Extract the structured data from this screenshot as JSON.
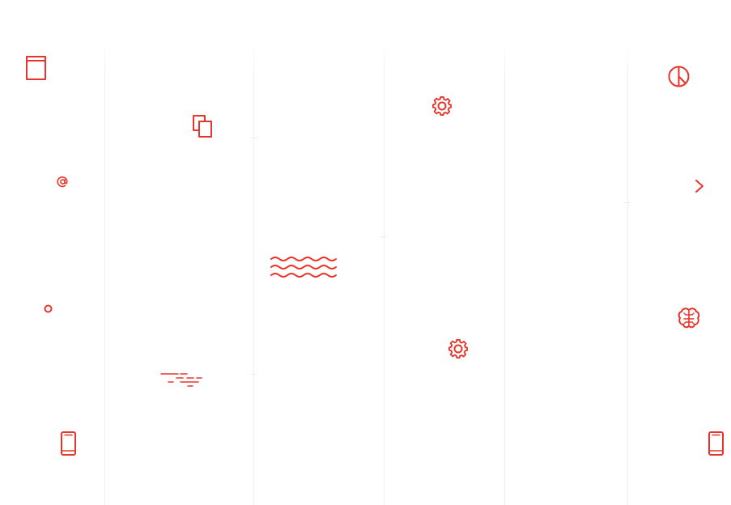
{
  "theme": {
    "background": "#ffffff",
    "icon_color": "#e8352b",
    "divider_color": "#e8eef6"
  },
  "icons": [
    {
      "id": "book",
      "name": "book-icon"
    },
    {
      "id": "copy",
      "name": "copy-icon"
    },
    {
      "id": "gear-top",
      "name": "gear-icon"
    },
    {
      "id": "peace",
      "name": "peace-icon"
    },
    {
      "id": "at",
      "name": "at-sign-icon"
    },
    {
      "id": "chevron",
      "name": "chevron-right-icon"
    },
    {
      "id": "waves",
      "name": "waves-icon"
    },
    {
      "id": "circle",
      "name": "circle-icon"
    },
    {
      "id": "brain",
      "name": "brain-icon"
    },
    {
      "id": "gear-bottom",
      "name": "gear-icon"
    },
    {
      "id": "fog",
      "name": "fog-lines-icon"
    },
    {
      "id": "phone-left",
      "name": "smartphone-icon"
    },
    {
      "id": "phone-right",
      "name": "smartphone-icon"
    }
  ]
}
